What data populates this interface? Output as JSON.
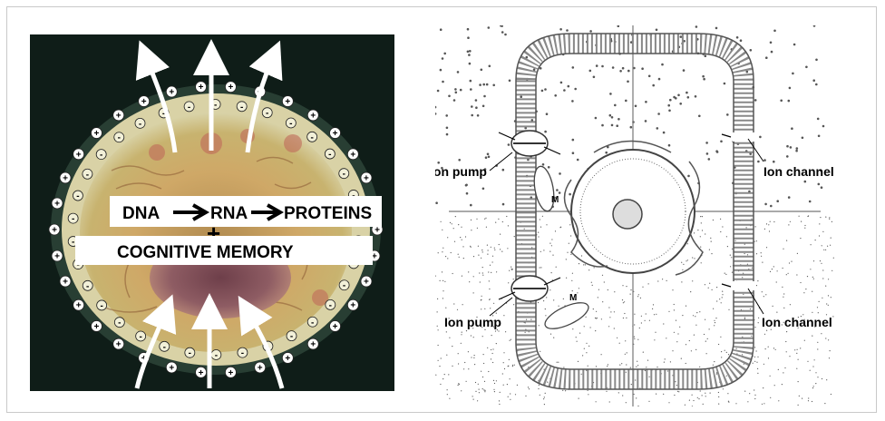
{
  "left_panel": {
    "line1": {
      "dna": "DNA",
      "rna": "RNA",
      "proteins": "PROTEINS"
    },
    "plus": "+",
    "line2": "COGNITIVE MEMORY",
    "charge_plus": "+",
    "charge_minus": "-"
  },
  "right_panel": {
    "ion_pump_upper": "Ion pump",
    "ion_pump_lower": "Ion pump",
    "ion_channel_upper": "Ion channel",
    "ion_channel_lower": "Ion channel",
    "mito_upper": "M",
    "mito_lower": "M"
  },
  "colors": {
    "left_background": "#0f1d18",
    "membrane_outer": "#d8cfa0",
    "cytoplasm": "#c9a35b",
    "nucleus": "#8f5a62",
    "text_box": "#ffffff",
    "text": "#000000"
  }
}
